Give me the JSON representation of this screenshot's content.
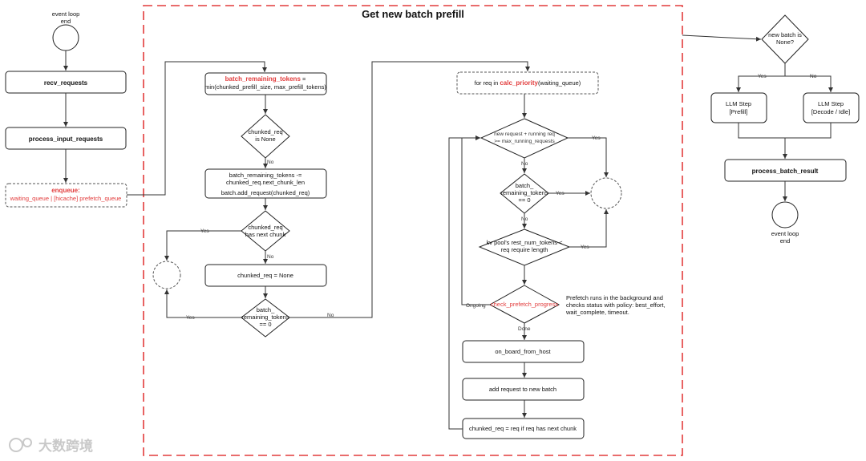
{
  "title": "Get new batch prefill",
  "left": {
    "start_l1": "event loop",
    "start_l2": "end",
    "recv": "recv_requests",
    "process_input": "process_input_requests",
    "enqueue_title": "enqueue:",
    "enqueue_body": "waiting_queue | [hicache] prefetch_queue"
  },
  "col1": {
    "brt_var": "batch_remaining_tokens",
    "brt_eq": " =",
    "brt_l2": "min(chunked_prefill_size, max_prefill_tokens)",
    "d1_l1": "chunked_req",
    "d1_l2": "is None",
    "no1": "No",
    "sub_l1": "batch_remaining_tokens -=",
    "sub_l2": "chunked_req.next_chunk_len",
    "sub_l3": "batch.add_request(chunked_req)",
    "d2_l1": "chunked_req",
    "d2_l2": "has next chunk",
    "yes2": "Yes",
    "no2": "No",
    "none_box": "chunked_req = None",
    "d3_l1": "batch_",
    "d3_l2": "remaining_tokens",
    "d3_l3": "== 0",
    "yes3": "Yes",
    "no3": "No"
  },
  "col2": {
    "for_pre": "for req in ",
    "for_fn": "calc_priority",
    "for_post": "(waiting_queue)",
    "d4_l1": "new request + running req",
    "d4_l2": ">= max_running_requests",
    "yes4": "Yes",
    "no4": "No",
    "d5_l1": "batch_",
    "d5_l2": "remaining_tokens",
    "d5_l3": "== 0",
    "yes5": "Yes",
    "no5": "No",
    "d6_l1": "kv pool's rest_num_tokens <",
    "d6_l2": "req require length",
    "yes6": "Yes",
    "d7": "check_prefetch_progress",
    "ongoing": "Ongoing",
    "done": "Done",
    "note_l1": "Prefetch runs in the background and",
    "note_l2": "checks status with policy: best_effort,",
    "note_l3": "wait_complete, timeout.",
    "onboard": "on_board_from_host",
    "add_req": "add request to new batch",
    "chunk_next": "chunked_req = req if req has next chunk"
  },
  "right": {
    "d8_l1": "new batch is",
    "d8_l2": "None?",
    "yes8": "Yes",
    "no8": "No",
    "llm1_l1": "LLM Step",
    "llm1_l2": "[Prefill]",
    "llm2_l1": "LLM Step",
    "llm2_l2": "[Decode / Idle]",
    "process_result": "process_batch_result",
    "end_l1": "event loop",
    "end_l2": "end"
  },
  "watermark": "大数跨境",
  "colors": {
    "accent_red": "#e23c3c",
    "frame_red": "#e23c3c",
    "line": "#333333"
  }
}
